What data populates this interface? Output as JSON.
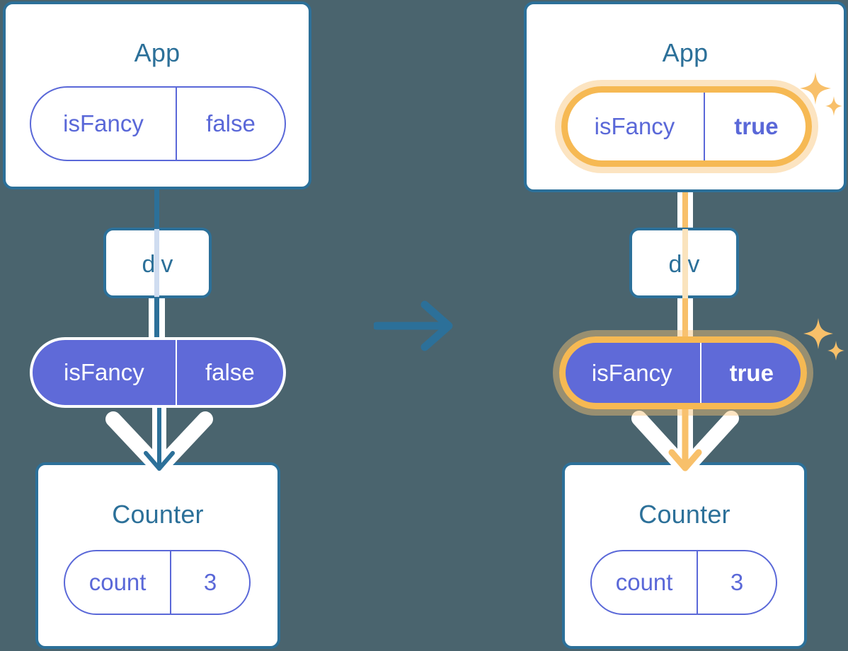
{
  "meta": {
    "title": "React state update propagation diagram",
    "background_color": "#4a646e"
  },
  "palette": {
    "box_border": "#2c7099",
    "box_fill": "#ffffff",
    "title_text": "#2c7099",
    "state_purple": "#5a68d8",
    "state_fill_purple": "#5f6ad8",
    "highlight_orange": "#f6b953",
    "highlight_glow": "#f8c476",
    "connector_blue": "#2c7099",
    "connector_ghost": "#cfdcf0",
    "connector_orange": "#f8c06a"
  },
  "before": {
    "label": "before-state",
    "app": {
      "title": "App",
      "state": {
        "key": "isFancy",
        "value": "false",
        "highlighted": false
      }
    },
    "div": {
      "title": "div"
    },
    "prop": {
      "key": "isFancy",
      "value": "false",
      "highlighted": false
    },
    "counter": {
      "title": "Counter",
      "state": {
        "key": "count",
        "value": "3",
        "highlighted": false
      }
    }
  },
  "after": {
    "label": "after-state",
    "app": {
      "title": "App",
      "state": {
        "key": "isFancy",
        "value": "true",
        "highlighted": true
      }
    },
    "div": {
      "title": "div"
    },
    "prop": {
      "key": "isFancy",
      "value": "true",
      "highlighted": true
    },
    "counter": {
      "title": "Counter",
      "state": {
        "key": "count",
        "value": "3",
        "highlighted": false
      }
    }
  },
  "transition": {
    "icon": "right-arrow-icon",
    "color": "#2c7099"
  },
  "icons": {
    "sparkle": "sparkle-icon",
    "arrow_down": "arrow-down-icon"
  }
}
